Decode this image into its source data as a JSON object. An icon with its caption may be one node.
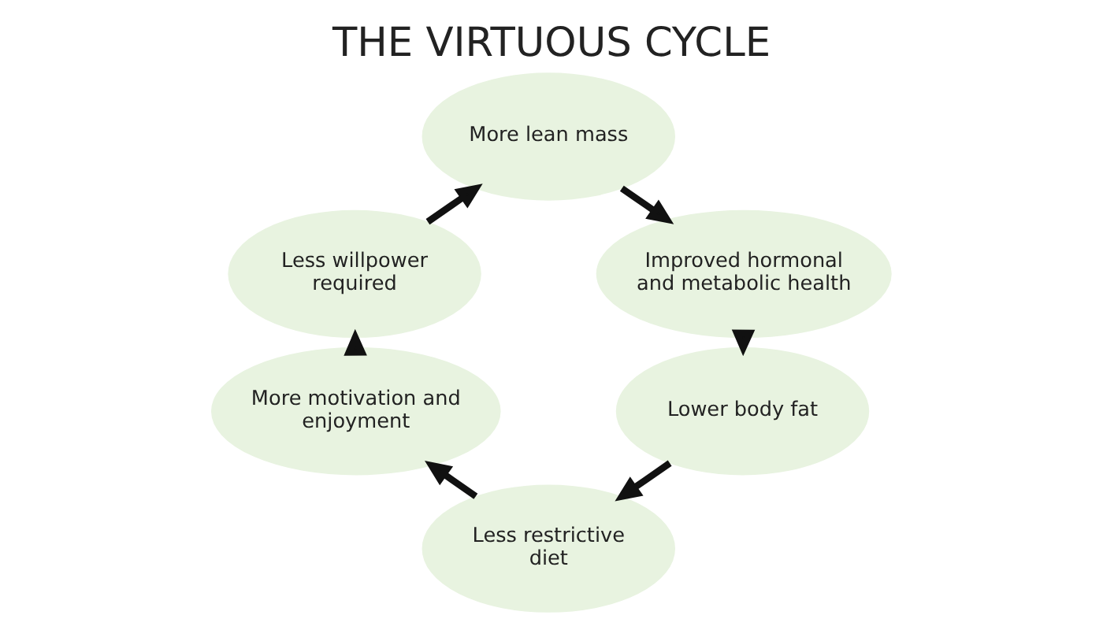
{
  "diagram": {
    "title": "THE VIRTUOUS CYCLE",
    "nodes": [
      {
        "text": [
          "More lean mass"
        ]
      },
      {
        "text": [
          "Improved hormonal and metabolic health"
        ]
      },
      {
        "text": [
          "Lower body fat"
        ]
      },
      {
        "text": [
          "Less restrictive diet"
        ]
      },
      {
        "text": [
          "More motivation and enjoyment"
        ]
      },
      {
        "text": [
          "Less willpower required"
        ]
      }
    ],
    "edges": [
      {
        "from": 0,
        "to": 1,
        "arrow": "to"
      },
      {
        "from": 1,
        "to": 2,
        "arrow": "to"
      },
      {
        "from": 2,
        "to": 3,
        "arrow": "to"
      },
      {
        "from": 3,
        "to": 4,
        "arrow": "to"
      },
      {
        "from": 4,
        "to": 5,
        "arrow": "to"
      },
      {
        "from": 5,
        "to": 0,
        "arrow": "to"
      }
    ]
  }
}
